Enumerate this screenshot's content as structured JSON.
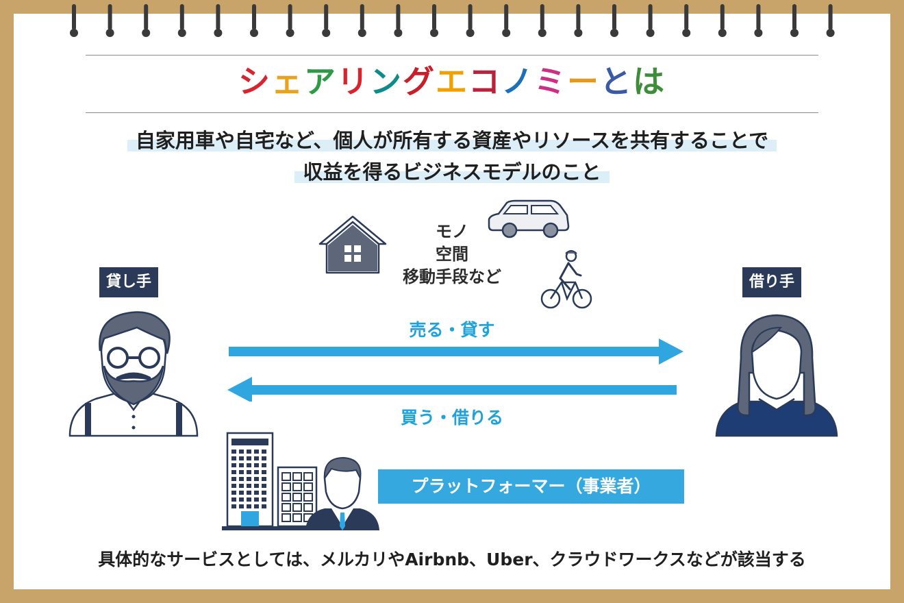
{
  "title": {
    "chars": [
      "シ",
      "ェ",
      "ア",
      "リ",
      "ン",
      "グ",
      "エ",
      "コ",
      "ノ",
      "ミ",
      "ー",
      "と",
      "は"
    ],
    "colors": [
      "#d8242f",
      "#e8a21d",
      "#2f9a46",
      "#d8242f",
      "#0f8c8a",
      "#c8202a",
      "#f0a000",
      "#b8223a",
      "#1d6fb8",
      "#cc2f83",
      "#e39a1a",
      "#3a5aa8",
      "#3f8d3a"
    ]
  },
  "subtitle": {
    "line1": "自家用車や自宅など、個人が所有する資産やリソースを共有することで",
    "line2": "収益を得るビジネスモデルのこと"
  },
  "lender": {
    "label": "貸し手"
  },
  "borrower": {
    "label": "借り手"
  },
  "resources": {
    "line1": "モノ",
    "line2": "空間",
    "line3": "移動手段など"
  },
  "flow": {
    "sell_lend": "売る・貸す",
    "buy_borrow": "買う・借りる"
  },
  "platform": {
    "label": "プラットフォーマー（事業者）"
  },
  "footer": {
    "text": "具体的なサービスとしては、メルカリやAirbnb、Uber、クラウドワークスなどが該当する"
  },
  "colors": {
    "frame": "#c9a46a",
    "navy": "#2a3a58",
    "slate": "#5e6779",
    "arrow": "#2fa6e0",
    "highlight": "#dceff8"
  },
  "icons": [
    "binder-ring-icon",
    "house-icon",
    "car-icon",
    "bicycle-icon",
    "man-with-beard-icon",
    "woman-icon",
    "office-building-icon",
    "businessman-icon"
  ]
}
